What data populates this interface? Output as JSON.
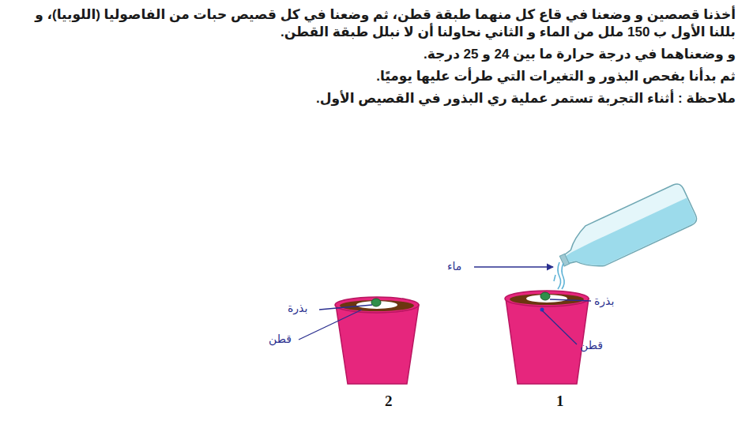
{
  "diagram": {
    "labels": [
      "أخذنا قصصين و وضعنا في قاع كل منهما طبقة قطن، ثم وضعنا في كل قصيص حبات من الفاصوليا (اللوبيا)، و بللنا الأول ب 150 ملل من الماء و الثاني نحاولنا أن لا نبلل طبقة القطن.",
      "و وضعناهما في درجة حرارة ما بين 24 و 25 درجة.",
      "ثم بدأنا بفحص البذور و التغيرات التي طرأت عليها يوميًا.",
      "ملاحظة : أثناء التجربة تستمر عملية ري البذور في القصيص الأول.",
      "ماء",
      "بذرة",
      "قطن",
      "1",
      "بذرة",
      "قطن",
      "2"
    ]
  }
}
